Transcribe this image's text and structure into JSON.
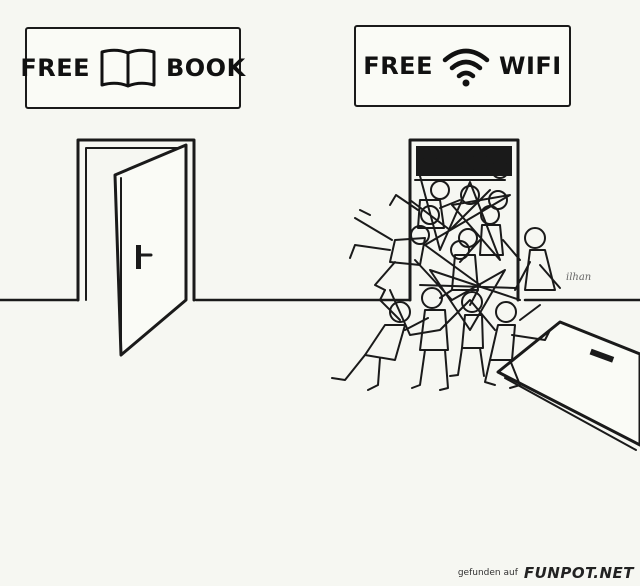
{
  "signs": {
    "left": {
      "word1": "FREE",
      "word2": "BOOK",
      "icon": "book-icon"
    },
    "right": {
      "word1": "FREE",
      "word2": "WIFI",
      "icon": "wifi-icon"
    }
  },
  "signature": "ilhan",
  "watermark": {
    "prefix": "gefunden auf",
    "brand": "FUNPOT.NET"
  },
  "colors": {
    "ink": "#1a1a1a",
    "paper": "#f6f7f2"
  }
}
